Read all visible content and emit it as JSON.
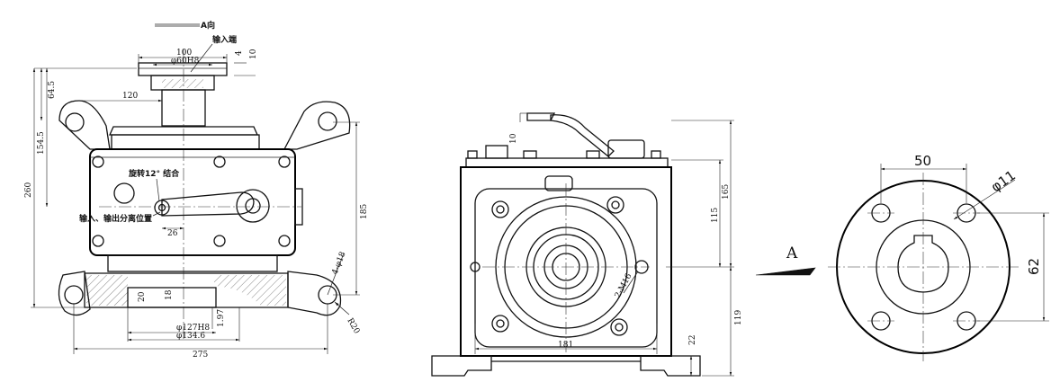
{
  "labels": {
    "view_a_ref": "A向",
    "input_end": "输入端",
    "rotate_note": "旋转12° 结合",
    "separation_note": "输入、输出分离位置",
    "view_arrow": "A"
  },
  "dimensions": {
    "left": {
      "d100": "100",
      "d60h8": "φ60H8",
      "d4": "4",
      "d10": "10",
      "d120": "120",
      "d64_5": "64.5",
      "d154_5": "154.5",
      "d260": "260",
      "d185": "185",
      "d26": "26",
      "d4phi18": "4-φ18",
      "dr20": "R20",
      "d20": "20",
      "d18": "18",
      "d1_97": "1.97",
      "d127h8": "φ127H8",
      "d134_6": "φ134.6",
      "d275": "275"
    },
    "middle": {
      "d10": "10",
      "d165": "165",
      "d115": "115",
      "d2m16": "2-M16",
      "d181": "181",
      "d22": "22",
      "d119": "119"
    },
    "right": {
      "d50": "50",
      "d11": "φ11",
      "d62": "62"
    }
  }
}
